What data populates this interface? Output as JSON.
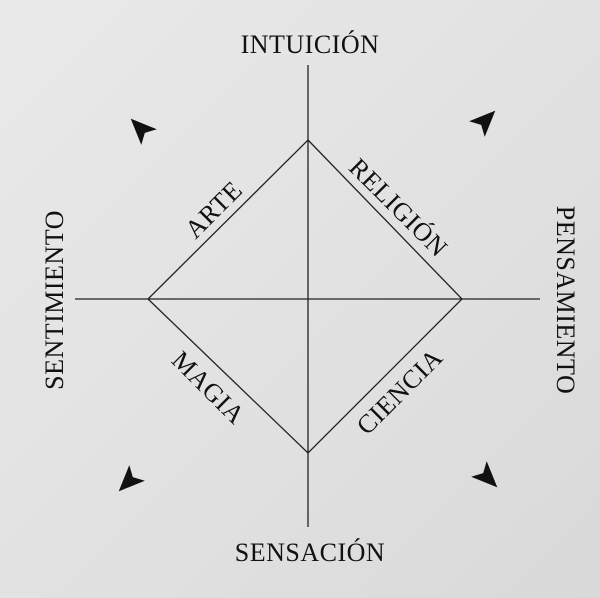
{
  "axes": {
    "top": "INTUICIÓN",
    "bottom": "SENSACIÓN",
    "left": "SENTIMIENTO",
    "right": "PENSAMIENTO"
  },
  "quadrants": {
    "top_left": "ARTE",
    "top_right": "RELIGIÓN",
    "bottom_left": "MAGIA",
    "bottom_right": "CIENCIA"
  },
  "icons": [
    "arrowhead-up-left",
    "arrowhead-up-right",
    "arrowhead-down-left",
    "arrowhead-down-right"
  ]
}
